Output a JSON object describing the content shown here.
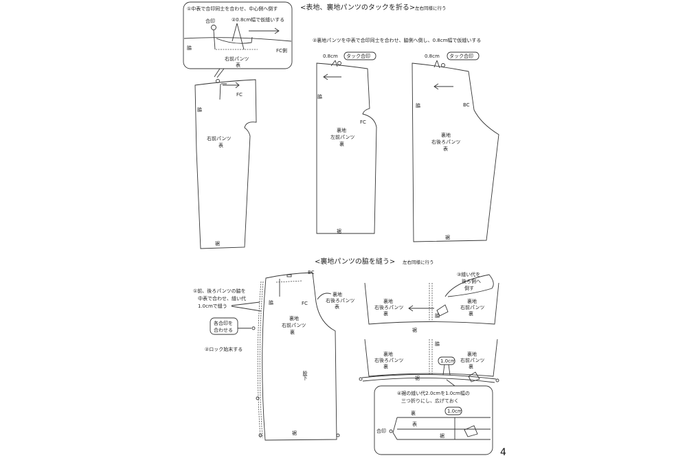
{
  "section1": {
    "title": "<表地、裏地パンツのタックを折る>",
    "note": "左右同様に行う",
    "callout": {
      "step1": "①中表で合印同士を合わせ、中心側へ倒す",
      "aijirushi": "合印",
      "step2": "②0.8cm幅で仮縫いする",
      "waki": "脇",
      "fc_side": "FC側",
      "piece": "右前パンツ",
      "face": "表"
    },
    "step2_text": "②裏地パンツを中表で合印同士を合わせ、脇側へ倒し、0.8cm幅で仮縫いする",
    "pieces": [
      {
        "waki": "脇",
        "mark": "FC",
        "line1": "右前パンツ",
        "line2": "表",
        "hem": "裾"
      },
      {
        "width": "0.8cm",
        "tag": "タック合印",
        "waki": "脇",
        "mark": "FC",
        "line0": "裏地",
        "line1": "左前パンツ",
        "line2": "裏",
        "hem": "裾"
      },
      {
        "width": "0.8cm",
        "tag": "タック合印",
        "waki": "脇",
        "mark": "BC",
        "line0": "裏地",
        "line1": "右後ろパンツ",
        "line2": "表",
        "hem": "裾"
      }
    ]
  },
  "section2": {
    "title": "<裏地パンツの脇を縫う>",
    "note": "左右同様に行う",
    "step1": [
      "①前、後ろパンツの脇を",
      "中表で合わせ、縫い代",
      "1.0cmで縫う"
    ],
    "bubble": [
      "各合印を",
      "合わせる"
    ],
    "step2": "②ロック始末する",
    "main_piece": {
      "bc": "BC",
      "fc": "FC",
      "waki": "脇",
      "line0": "裏地",
      "line1": "右前パンツ",
      "line2": "裏",
      "inseam": "股下",
      "hem": "裾"
    },
    "back_piece": {
      "line0": "裏地",
      "line1": "右後ろパンツ",
      "line2": "表"
    },
    "step3": [
      "③縫い代を",
      "後ろ側へ",
      "倒す"
    ],
    "upper": {
      "left": [
        "裏地",
        "右後ろパンツ",
        "裏"
      ],
      "right": [
        "裏地",
        "右前パンツ",
        "裏"
      ],
      "waki": "脇",
      "hem": "裾"
    },
    "lower": {
      "left": [
        "裏地",
        "右後ろパンツ",
        "裏"
      ],
      "right": [
        "裏地",
        "右前パンツ",
        "裏"
      ],
      "waki": "脇",
      "hem": "裾",
      "width": "1.0cm"
    },
    "step4": {
      "line1": "④裾の縫い代2.0cmを1.0cm幅の",
      "line2": "三つ折りにし、広げておく",
      "ura": "裏",
      "omote": "表",
      "width": "1.0cm",
      "aijirushi": "合印",
      "hem": "裾"
    }
  },
  "page_number": "4"
}
